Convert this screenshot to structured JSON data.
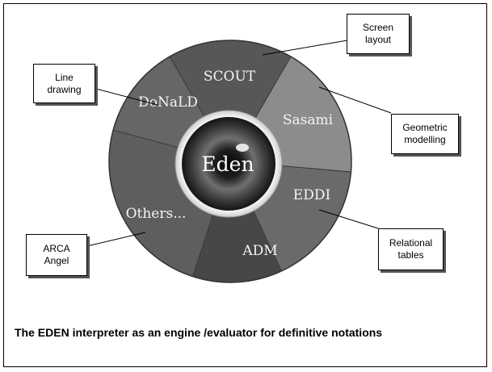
{
  "wheel": {
    "segments": [
      {
        "label": "SCOUT",
        "color": "#575757"
      },
      {
        "label": "Sasami",
        "color": "#8c8c8c"
      },
      {
        "label": "EDDI",
        "color": "#6a6a6a"
      },
      {
        "label": "ADM",
        "color": "#474747"
      },
      {
        "label": "Others...",
        "color": "#5e5e5e"
      },
      {
        "label": "DoNaLD",
        "color": "#666666"
      }
    ],
    "center_label": "Eden"
  },
  "callouts": {
    "screen_layout": [
      "Screen",
      "layout"
    ],
    "line_drawing": [
      "Line",
      "drawing"
    ],
    "geometric_modelling": [
      "Geometric",
      "modelling"
    ],
    "relational_tables": [
      "Relational",
      "tables"
    ],
    "arca_angel": [
      "ARCA",
      "Angel"
    ]
  },
  "caption": "The EDEN interpreter as an engine /evaluator for definitive notations"
}
